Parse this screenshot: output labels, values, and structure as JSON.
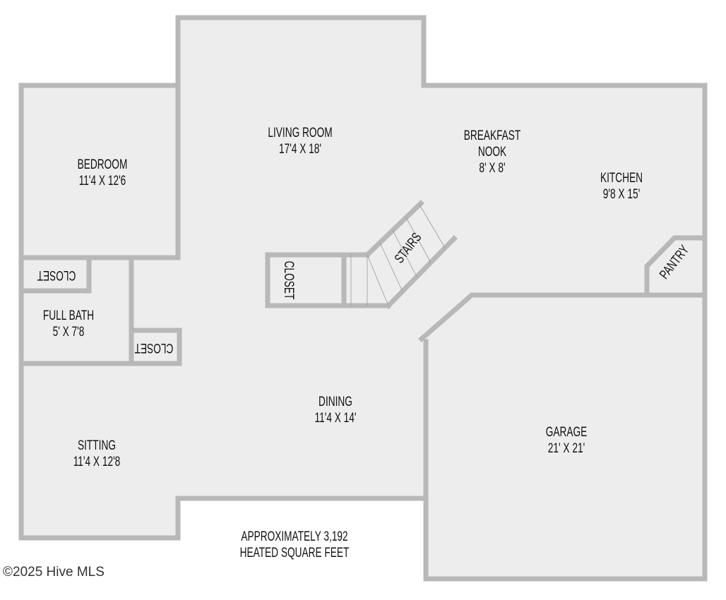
{
  "plan": {
    "rooms": {
      "bedroom": {
        "name": "BEDROOM",
        "dims": "11'4 X 12'6"
      },
      "living_room": {
        "name": "LIVING ROOM",
        "dims": "17'4 X 18'"
      },
      "breakfast_nook": {
        "name_line1": "BREAKFAST",
        "name_line2": "NOOK",
        "dims": "8' X 8'"
      },
      "kitchen": {
        "name": "KITCHEN",
        "dims": "9'8 X 15'"
      },
      "full_bath": {
        "name": "FULL BATH",
        "dims": "5' X 7'8"
      },
      "dining": {
        "name": "DINING",
        "dims": "11'4 X 14'"
      },
      "sitting": {
        "name": "SITTING",
        "dims": "11'4 X 12'8"
      },
      "garage": {
        "name": "GARAGE",
        "dims": "21' X 21'"
      },
      "closet_bath_top": {
        "name": "CLOSET"
      },
      "closet_bath_side": {
        "name": "CLOSET"
      },
      "closet_stairs": {
        "name": "CLOSET"
      },
      "stairs": {
        "name": "STAIRS"
      },
      "pantry": {
        "name": "PANTRY"
      }
    },
    "area_note": {
      "line1": "APPROXIMATELY 3,192",
      "line2": "HEATED SQUARE FEET"
    },
    "copyright": "©2025 Hive MLS",
    "colors": {
      "floor": "#ededed",
      "wall": "#b8b8b8",
      "text": "#111111",
      "background": "#ffffff"
    }
  }
}
